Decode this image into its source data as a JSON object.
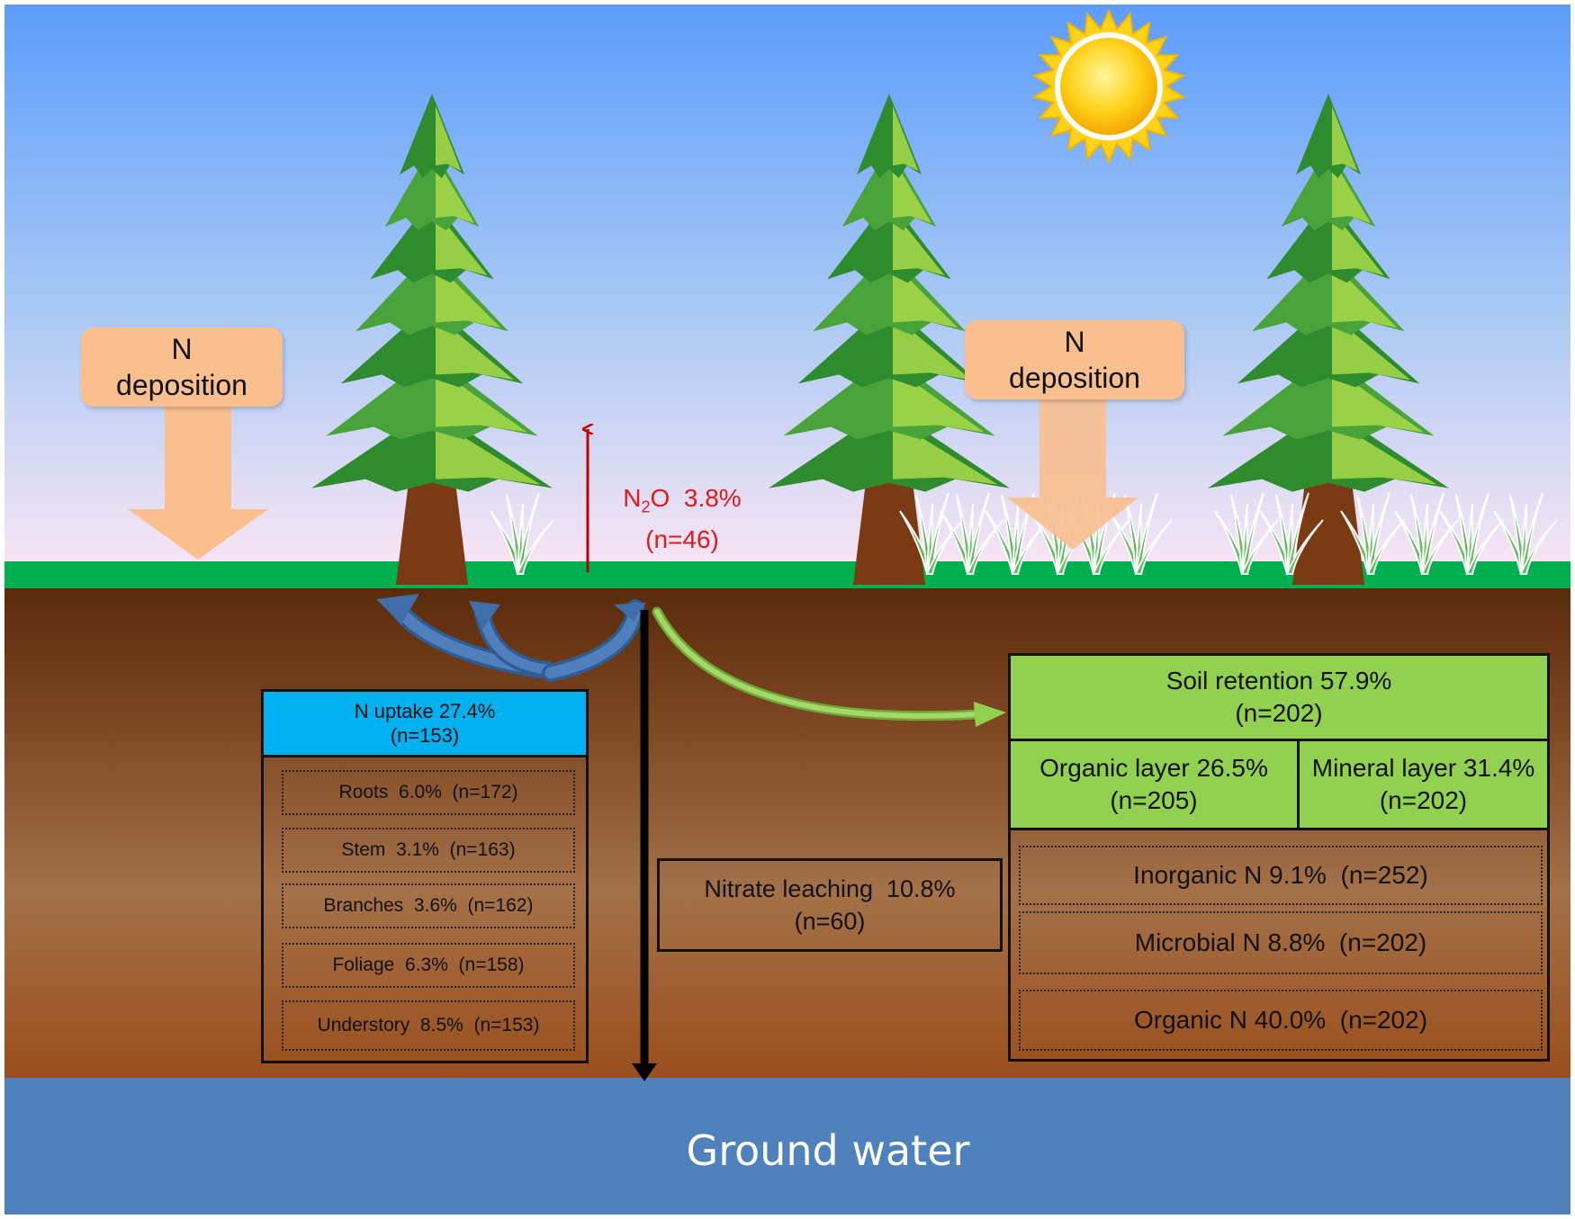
{
  "deposition_left": {
    "line1": "N",
    "line2": "deposition"
  },
  "deposition_right": {
    "line1": "N",
    "line2": "deposition"
  },
  "n2o": {
    "species": "N",
    "subscript": "2",
    "species_tail": "O",
    "value": "3.8%",
    "n": "(n=46)"
  },
  "n_uptake": {
    "title": "N uptake 27.4%",
    "n": "(n=153)",
    "components": [
      {
        "label": "Roots  6.0%  (n=172)"
      },
      {
        "label": "Stem  3.1%  (n=163)"
      },
      {
        "label": "Branches  3.6%  (n=162)"
      },
      {
        "label": "Foliage  6.3%  (n=158)"
      },
      {
        "label": "Understory  8.5%  (n=153)"
      }
    ]
  },
  "nitrate_leaching": {
    "title": "Nitrate leaching  10.8%",
    "n": "(n=60)"
  },
  "soil_retention": {
    "title": "Soil retention 57.9%",
    "n": "(n=202)",
    "layers": [
      {
        "title": "Organic layer 26.5%",
        "n": "(n=205)"
      },
      {
        "title": "Mineral layer 31.4%",
        "n": "(n=202)"
      }
    ],
    "pools": [
      {
        "label": "Inorganic N 9.1%  (n=252)"
      },
      {
        "label": "Microbial N 8.8%  (n=202)"
      },
      {
        "label": "Organic N 40.0%  (n=202)"
      }
    ]
  },
  "ground_water": "Ground water",
  "colors": {
    "sky_top": "#5c9cfb",
    "sky_bottom": "#f7e4f4",
    "grass_strip": "#00b050",
    "soil_top": "#5a2a0a",
    "soil_mid": "#a47148",
    "soil_bottom": "#9a4e1c",
    "ground_water": "#4f81bd",
    "deposition_arrow": "#f9bf8f",
    "n2o_arrow": "#c00000",
    "uptake_arrow": "#3f6ea8",
    "retention_arrow": "#92d050",
    "uptake_header": "#00b0ef",
    "soil_retention_fill": "#92d050",
    "tree_trunk": "#7a3b14",
    "tree_dark": "#2e8b2e",
    "tree_light": "#a8d94a",
    "sun": "#ffd21a"
  },
  "icons": [
    "sun-icon",
    "pine-tree-icon",
    "grass-tuft-icon",
    "deposition-arrow-icon"
  ]
}
